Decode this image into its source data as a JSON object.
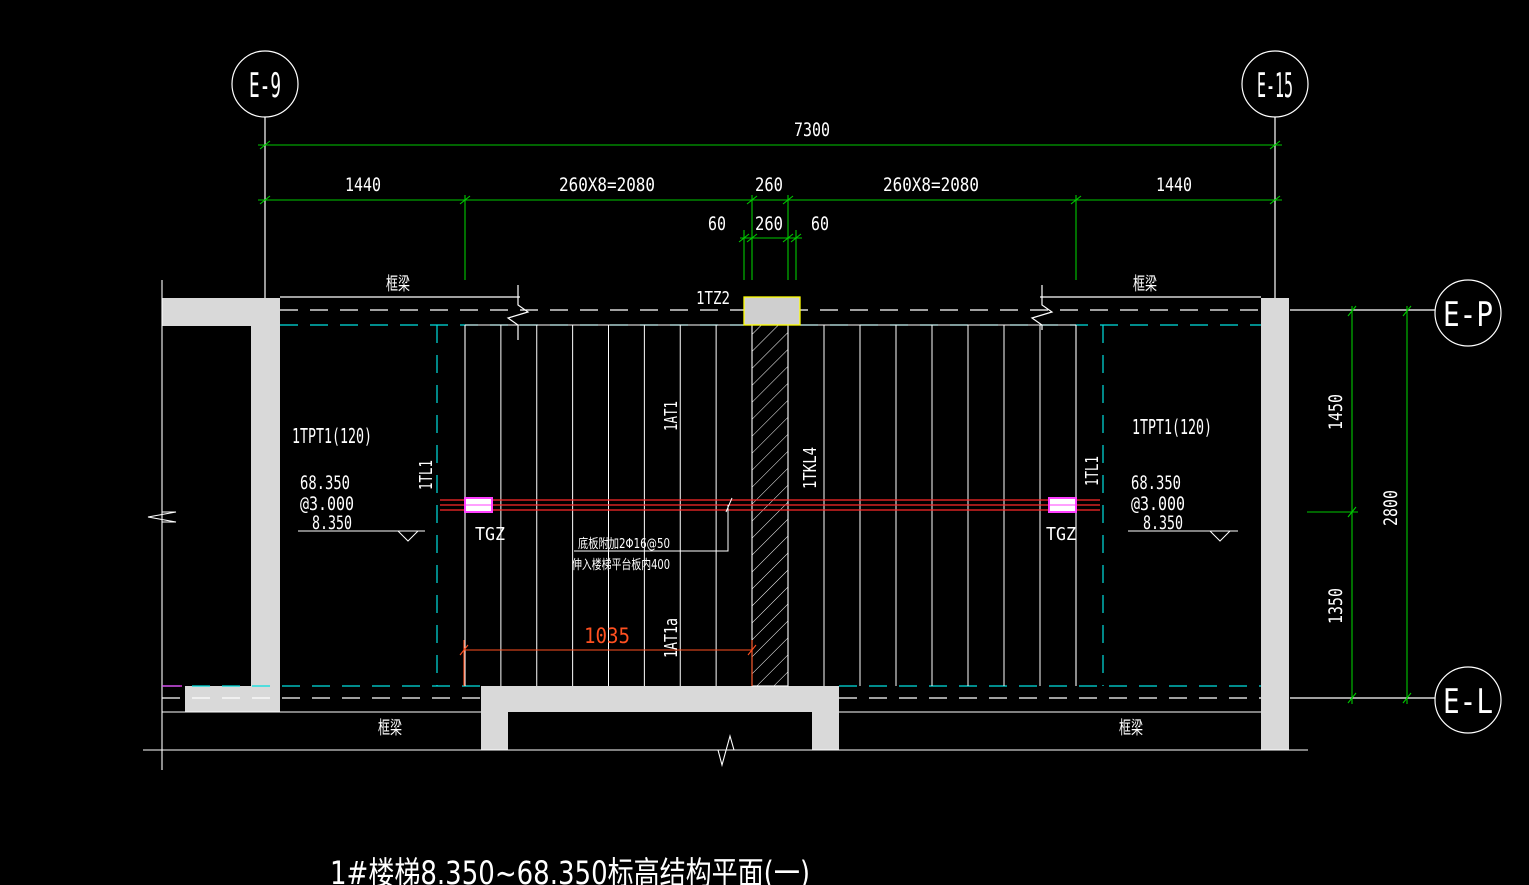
{
  "grid_axes": {
    "e9": "E-9",
    "e15": "E-15",
    "ep": "E-P",
    "el": "E-L"
  },
  "dimensions": {
    "total": "7300",
    "left_1440": "1440",
    "steps_left": "260X8=2080",
    "middle_260": "260",
    "steps_right": "260X8=2080",
    "right_1440": "1440",
    "gap_60_left": "60",
    "column_260": "260",
    "gap_60_right": "60",
    "dim_1450": "1450",
    "dim_1350": "1350",
    "dim_2800": "2800",
    "dim_1035": "1035"
  },
  "labels": {
    "frame_beam_top_left": "框梁",
    "frame_beam_top_right": "框梁",
    "frame_beam_bottom_left": "框梁",
    "frame_beam_bottom_right": "框梁",
    "column_1tz2": "1TZ2",
    "flight_1at1": "1AT1",
    "flight_1at1a": "1AT1a",
    "beam_1tkl4": "1TKL4",
    "beam_1tl1_left": "1TL1",
    "beam_1tl1_right": "1TL1",
    "platform_left": "1TPT1(120)",
    "platform_right": "1TPT1(120)",
    "elev_left_1": "68.350",
    "elev_left_2": "@3.000",
    "elev_left_3": "8.350",
    "elev_right_1": "68.350",
    "elev_right_2": "@3.000",
    "elev_right_3": "8.350",
    "tgz_left": "TGZ",
    "tgz_right": "TGZ",
    "note_line1": "底板附加2Φ16@50",
    "note_line2": "伸入楼梯平台板内400"
  },
  "title": "1#楼梯8.350~68.350标高结构平面(一)",
  "colors": {
    "background": "#000000",
    "concrete": "#d9d9d9",
    "dimension": "#00c800",
    "cyan": "#00e0e0",
    "rebar": "#ff2a2a",
    "orange": "#ff5020",
    "yellow": "#ffff00",
    "magenta": "#ff40ff",
    "white": "#ffffff"
  }
}
